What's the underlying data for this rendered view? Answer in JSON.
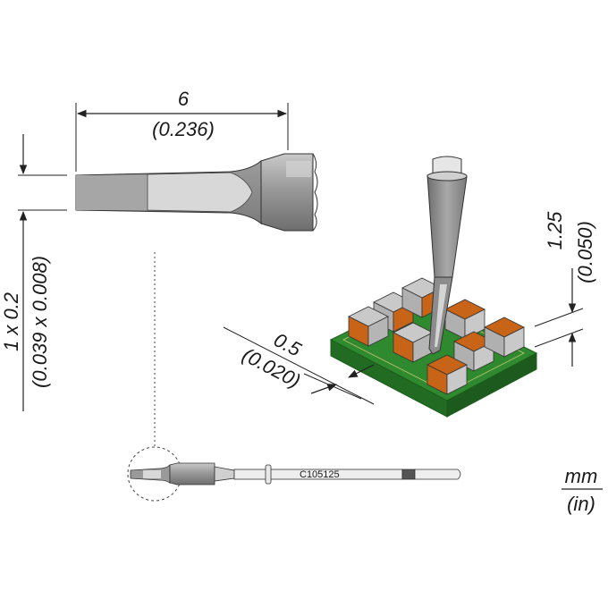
{
  "dimensions": {
    "length_mm": "6",
    "length_in": "(0.236)",
    "tip_size_mm": "1 x 0.2",
    "tip_size_in": "(0.039 x 0.008)",
    "height_mm": "1.25",
    "height_in": "(0.050)",
    "gap_mm": "0.5",
    "gap_in": "(0.020)"
  },
  "part_number": "C105125",
  "units": {
    "primary": "mm",
    "secondary": "(in)"
  },
  "colors": {
    "metal_dark": "#8c8c8c",
    "metal_mid": "#a6a6a6",
    "metal_light": "#d2d2d2",
    "pcb_green": "#2f8a2f",
    "pcb_edge": "#1f6b1f",
    "component_orange": "#c86418",
    "component_grey": "#b5b5b5",
    "line": "#222222"
  }
}
